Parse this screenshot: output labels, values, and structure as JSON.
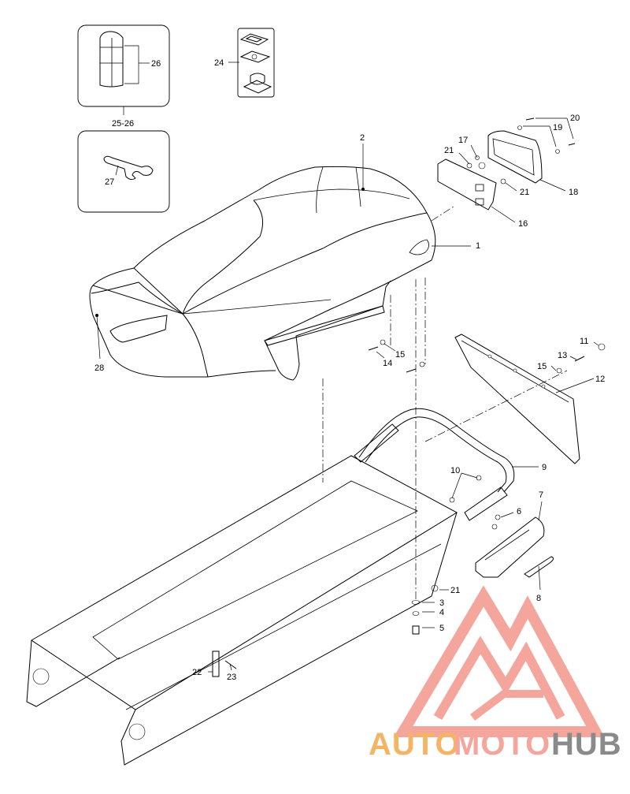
{
  "callouts": {
    "c1": "1",
    "c2": "2",
    "c3": "3",
    "c4": "4",
    "c5": "5",
    "c6": "6",
    "c7": "7",
    "c8": "8",
    "c9": "9",
    "c10": "10",
    "c11": "11",
    "c12": "12",
    "c13": "13",
    "c14": "14",
    "c15a": "15",
    "c15b": "15",
    "c16": "16",
    "c17": "17",
    "c18": "18",
    "c19": "19",
    "c20": "20",
    "c21a": "21",
    "c21b": "21",
    "c21c": "21",
    "c22": "22",
    "c23": "23",
    "c24": "24",
    "c25_26": "25-26",
    "c26": "26",
    "c27": "27",
    "c28": "28"
  },
  "watermark": {
    "part1": "AUTO",
    "part2": "MOTO",
    "part3": "HUB",
    "color_red": "#f08a7e",
    "color_orange": "#f5b463",
    "color_gray": "#8a8a8a"
  }
}
